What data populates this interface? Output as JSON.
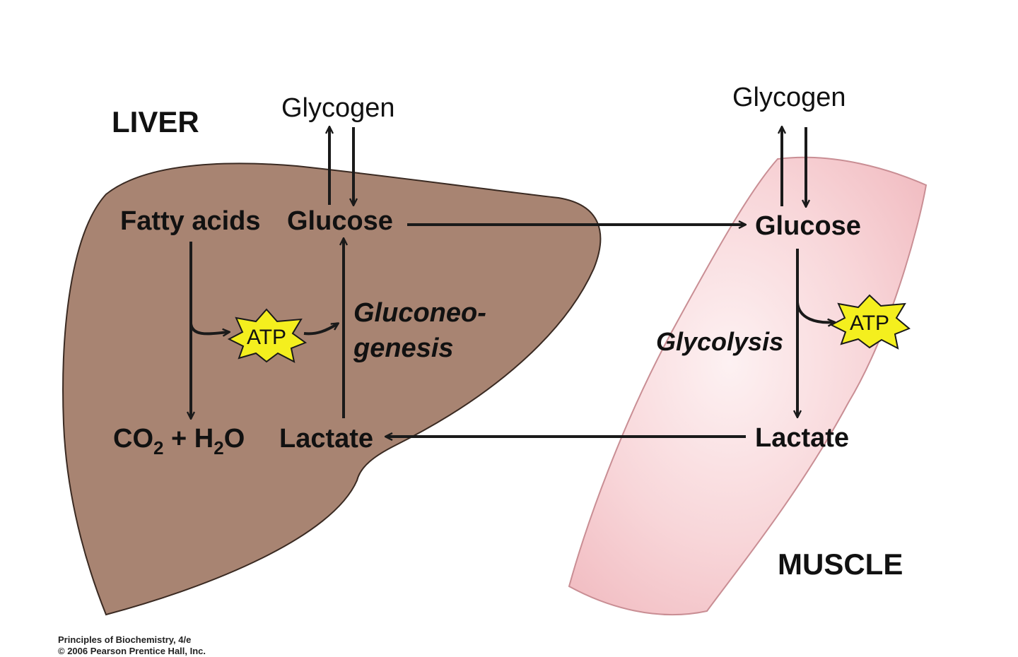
{
  "colors": {
    "liver_fill": "#a88472",
    "muscle_fill": "#f7cfd2",
    "atp_fill": "#f4ef1e",
    "arrow": "#1a1a1a"
  },
  "liver": {
    "title": "LIVER",
    "glycogen": "Glycogen",
    "glucose": "Glucose",
    "fatty_acids": "Fatty acids",
    "co2_h2o": {
      "co": "CO",
      "sub1": "2",
      "plus_h": " + H",
      "sub2": "2",
      "o": "O"
    },
    "lactate": "Lactate",
    "atp": "ATP",
    "process_line1": "Gluconeo-",
    "process_line2": "genesis"
  },
  "muscle": {
    "title": "MUSCLE",
    "glycogen": "Glycogen",
    "glucose": "Glucose",
    "lactate": "Lactate",
    "atp": "ATP",
    "process": "Glycolysis"
  },
  "credit": {
    "line1": "Principles of Biochemistry, 4/e",
    "line2": "© 2006 Pearson Prentice Hall, Inc."
  }
}
